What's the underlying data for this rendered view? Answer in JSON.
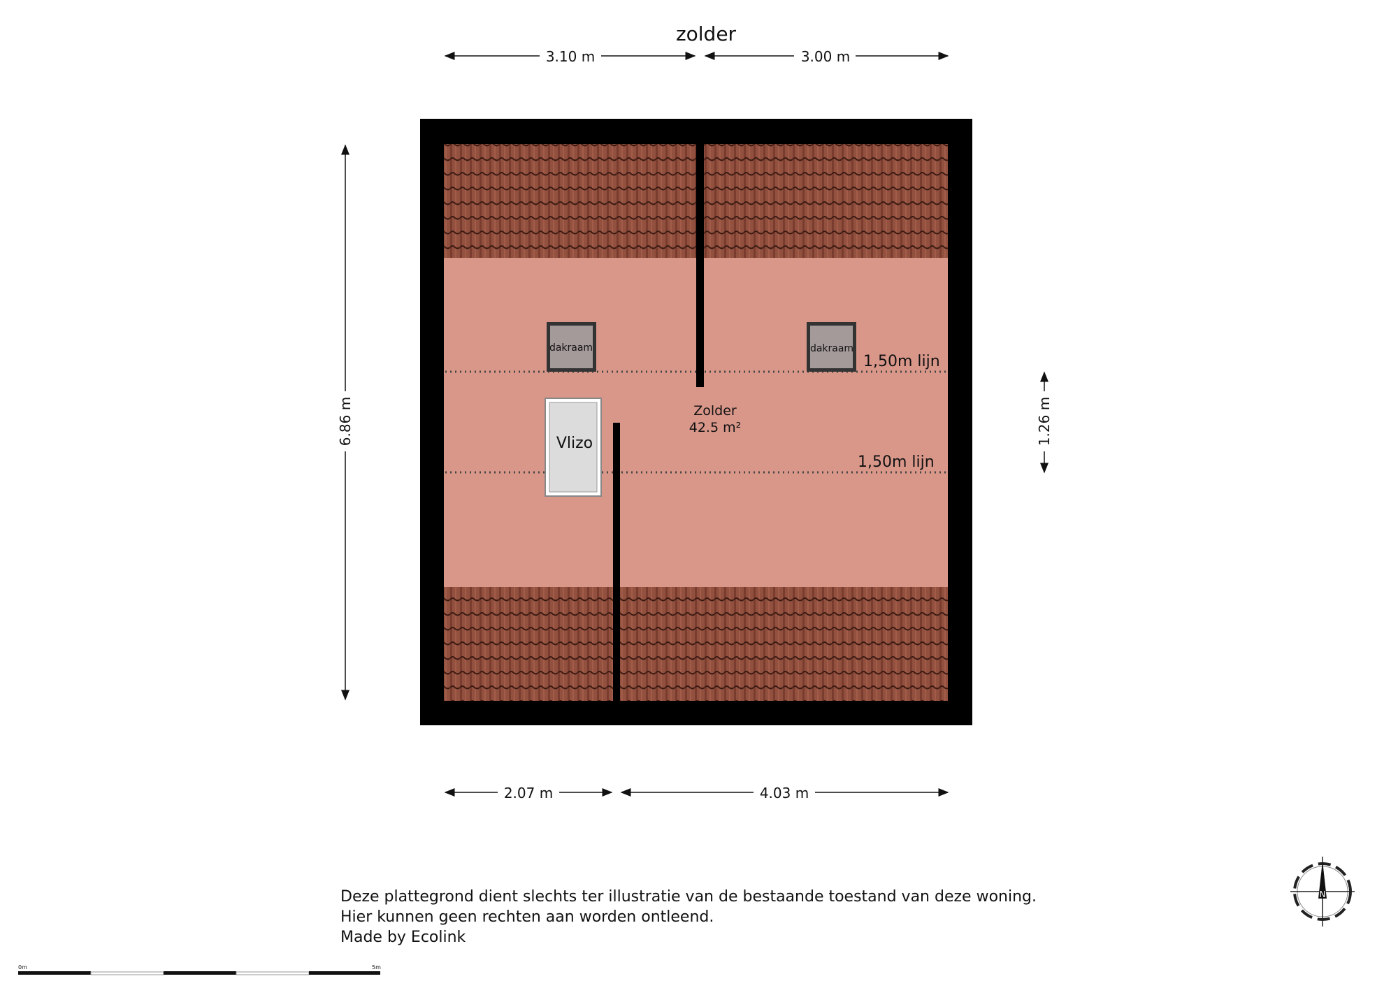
{
  "title": "zolder",
  "dimensions": {
    "top_left": "3.10 m",
    "top_right": "3.00 m",
    "bottom_left": "2.07 m",
    "bottom_right": "4.03 m",
    "left_height": "6.86 m",
    "right_height": "1.26 m"
  },
  "room": {
    "name": "Zolder",
    "area": "42.5 m²"
  },
  "skylights": [
    "dakraam",
    "dakraam"
  ],
  "hatch": "Vlizo",
  "height_lines": [
    "1,50m lijn",
    "1,50m lijn"
  ],
  "footer": {
    "lines": [
      "Deze plattegrond dient slechts ter illustratie van de bestaande toestand van deze woning.",
      "Hier kunnen geen rechten aan worden ontleend.",
      "Made by Ecolink"
    ]
  },
  "scale_bar": {
    "start": "0m",
    "end": "5m"
  },
  "compass": {
    "label": "N"
  },
  "colors": {
    "wall": "#000000",
    "floor": "#d9978a",
    "tile": "#8a4a3a",
    "skylight": "#a59a9a"
  }
}
